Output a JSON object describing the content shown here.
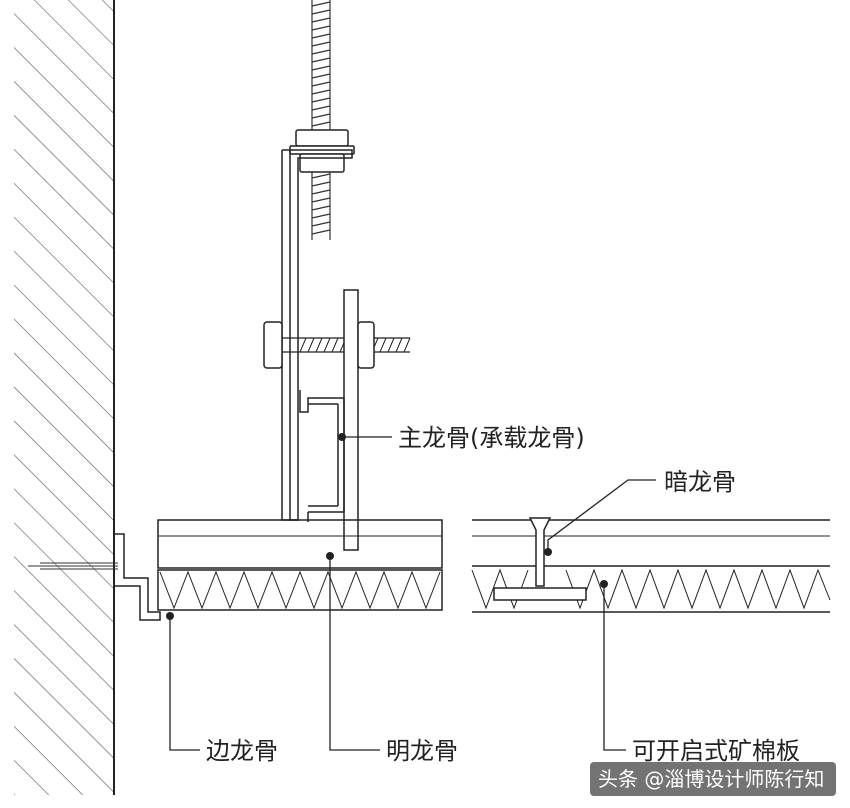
{
  "labels": {
    "main_keel": "主龙骨(承载龙骨)",
    "concealed_keel": "暗龙骨",
    "edge_keel": "边龙骨",
    "exposed_keel": "明龙骨",
    "openable_board": "可开启式矿棉板"
  },
  "watermark": "头条 @淄博设计师陈行知",
  "colors": {
    "line": "#2a2a2a",
    "label": "#222222",
    "watermark_bg": "#000000",
    "watermark_text": "#ffffff"
  }
}
